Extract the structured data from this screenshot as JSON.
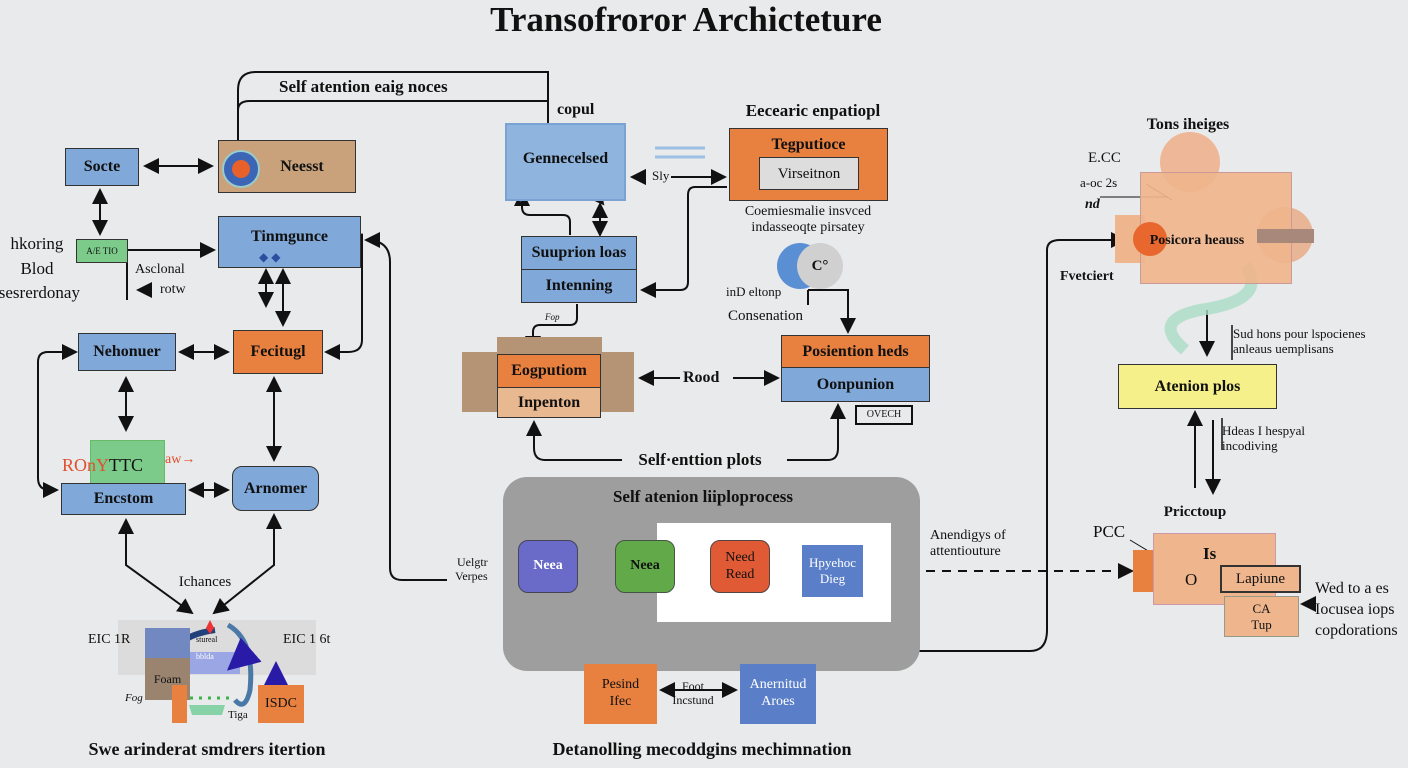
{
  "title": "Transofroror Archicteture",
  "colors": {
    "blue": "#80a8d8",
    "orange": "#e8803f",
    "peach": "#efb58c",
    "tan": "#c9a27c",
    "green": "#7ccb8a",
    "yellow": "#f5f08a",
    "panel": "#9e9e9e",
    "purple": "#6a6bc8",
    "node_green": "#62a94a",
    "node_red": "#e05a35",
    "node_blue": "#5a7fc8"
  },
  "top_loop_label": "Self atention eaig noces",
  "left": {
    "socte": "Socte",
    "neesst": "Neesst",
    "small_box": "A/E TIO",
    "side_label": [
      "hkoring",
      "Blod",
      "lsesrerdonay"
    ],
    "asclonal": [
      "Asclonal",
      "rotw"
    ],
    "tinmgunce": "Tinmgunce",
    "nehonuer": "Nehonuer",
    "fecitugl": "Fecitugl",
    "ronyttc_red": "ROnY",
    "ronyttc_black": "TTC",
    "ronyttc_aw": "aw→",
    "encstom": "Encstom",
    "arnomer": "Arnomer",
    "ichances": "Ichances",
    "eic_left": "EIC 1R",
    "eic_right": "EIC 1 6t",
    "foam": "Foam",
    "isdc": "ISDC",
    "fog": "Fog",
    "tiga": "Tiga",
    "tiny": [
      "stureal",
      "bblda"
    ],
    "caption": "Swe arinderat smdrers itertion"
  },
  "middle": {
    "copul": "copul",
    "gennecelsed": "Gennecelsed",
    "sly": "Sly",
    "eecearic": "Eecearic enpatiopl",
    "tegputioce": "Tegputioce",
    "virseitnon": "Virseitnon",
    "coemies": [
      "Coemiesmalie insvced",
      "indasseoqte pirsatey"
    ],
    "c_circle": "C°",
    "ind_eltonp": "inD eltonp",
    "consenation": "Consenation",
    "suuprion": "Suuprion loas",
    "intenning": "Intenning",
    "fop": "Fop",
    "eogputiom": "Eogputiom",
    "inpenton": "Inpenton",
    "rood": "Rood",
    "posiention": "Posiention heds",
    "oonpunion": "Oonpunion",
    "ovech": "OVECH",
    "self_plots": "Self·enttion plots",
    "panel_title": "Self atenion liiploprocess",
    "nodes": [
      "Neea",
      "Neea",
      "Need Read",
      "Hpyehoc Dieg"
    ],
    "uelgtr": [
      "Uelgtr",
      "Verpes"
    ],
    "pesind": "Pesind Ifec",
    "foot": [
      "Foot",
      "Incstund"
    ],
    "anernitud": "Anernitud Aroes",
    "anendigys": [
      "Anendigys of",
      "attentiouture"
    ],
    "caption": "Detanolling mecoddgins mechimnation"
  },
  "right": {
    "tons": "Tons iheiges",
    "ecc": [
      "E.CC",
      "a-oc 2s",
      "nd"
    ],
    "posicora": "Posicora heauss",
    "fvetciert": "Fvetciert",
    "sud": [
      "Sud hons pour lspocienes",
      "anleaus uemplisans"
    ],
    "atenion": "Atenion plos",
    "hdeas": [
      "Hdeas I hespyal",
      "incodiving"
    ],
    "pricctoup": "Pricctoup",
    "pcc": "PCC",
    "is": "Is",
    "o": "O",
    "lapiune": "Lapiune",
    "ca": "CA",
    "tup": "Tup",
    "wed": [
      "Wed to a es",
      "Iocusea iops",
      "copdorations"
    ]
  }
}
